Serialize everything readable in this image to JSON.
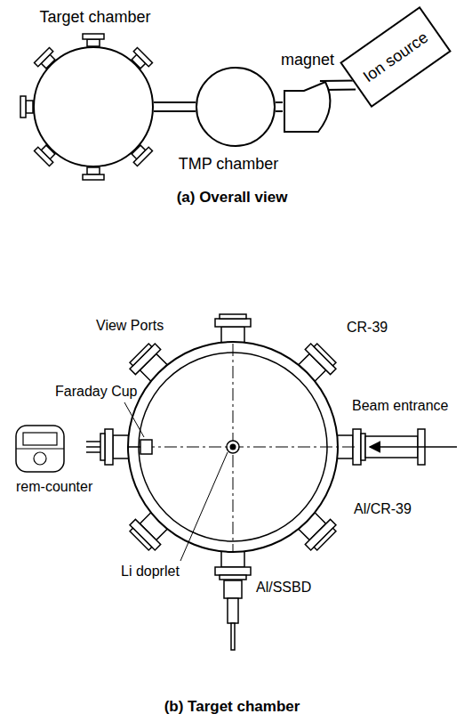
{
  "diagram": {
    "nodes": [
      {
        "text": [
          "Target chamber"
        ]
      },
      {
        "text": [
          "TMP chamber"
        ]
      },
      {
        "text": [
          "magnet"
        ]
      },
      {
        "text": [
          "Ion source"
        ]
      }
    ],
    "edges": [
      {
        "from": 0,
        "to": 1,
        "arrow": "none"
      },
      {
        "from": 1,
        "to": 2,
        "arrow": "none"
      },
      {
        "from": 2,
        "to": 3,
        "arrow": "none"
      }
    ],
    "labels": [
      "(a) Overall view",
      "View Ports",
      "CR-39",
      "Faraday Cup",
      "Beam entrance",
      "rem-counter",
      "Al/CR-39",
      "Li doprlet",
      "Al/SSBD",
      "(b) Target chamber"
    ]
  }
}
